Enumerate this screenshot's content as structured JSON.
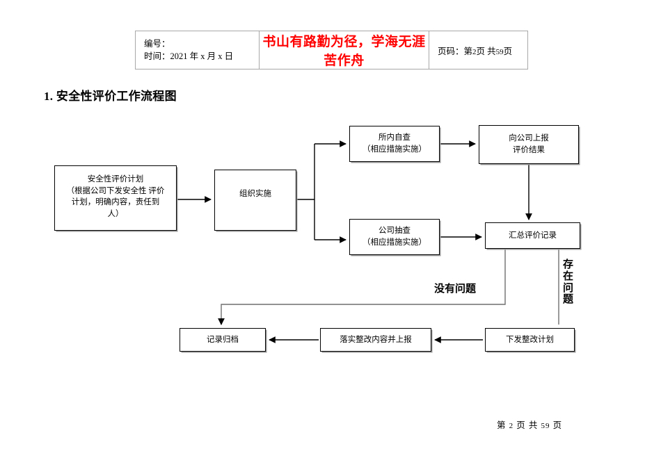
{
  "header": {
    "left_line1": "编号：",
    "left_line2_label": "时间：",
    "left_line2_value": "2021 年 x 月 x 日",
    "center_motto": "书山有路勤为径，学海无涯苦作舟",
    "right_label": "页码：第",
    "right_page": "2",
    "right_mid": "页  共",
    "right_total": "59",
    "right_suffix": "页"
  },
  "section": {
    "title": "1. 安全性评价工作流程图"
  },
  "chart_data": {
    "type": "diagram",
    "title": "安全性评价工作流程图",
    "nodes": [
      {
        "id": "plan",
        "label": "安全性评价计划\n（根据公司下发安全性 评价计划，明确内容，责任到人）",
        "line1": "安全性评价计划",
        "line2": "（根据公司下发安全性 评价",
        "line3": "计划，明确内容，责任到",
        "line4": "人）"
      },
      {
        "id": "org",
        "label": "组织实施",
        "line1": "组织实施"
      },
      {
        "id": "self",
        "label": "所内自查\n（相应措施实施）",
        "line1": "所内自查",
        "line2": "（相应措施实施）"
      },
      {
        "id": "report",
        "label": "向公司上报\n评价结果",
        "line1": "向公司上报",
        "line2": "评价结果"
      },
      {
        "id": "spot",
        "label": "公司抽查\n（相应措施实施）",
        "line1": "公司抽查",
        "line2": "（相应措施实施）"
      },
      {
        "id": "summary",
        "label": "汇总评价记录",
        "line1": "汇总评价记录"
      },
      {
        "id": "rectplan",
        "label": "下发整改计划",
        "line1": "下发整改计划"
      },
      {
        "id": "implement",
        "label": "落实整改内容并上报",
        "line1": "落实整改内容并上报"
      },
      {
        "id": "archive",
        "label": "记录归档",
        "line1": "记录归档"
      }
    ],
    "edges": [
      {
        "from": "plan",
        "to": "org",
        "label": ""
      },
      {
        "from": "org",
        "to": "self",
        "label": ""
      },
      {
        "from": "org",
        "to": "spot",
        "label": ""
      },
      {
        "from": "self",
        "to": "report",
        "label": ""
      },
      {
        "from": "report",
        "to": "summary",
        "label": ""
      },
      {
        "from": "spot",
        "to": "summary",
        "label": ""
      },
      {
        "from": "summary",
        "to": "archive",
        "label": "没有问题"
      },
      {
        "from": "summary",
        "to": "rectplan",
        "label": "存在问题"
      },
      {
        "from": "rectplan",
        "to": "implement",
        "label": ""
      },
      {
        "from": "implement",
        "to": "archive",
        "label": ""
      }
    ],
    "edge_labels": {
      "no_problem": "没有问题",
      "has_problem": "存在问题"
    }
  },
  "footer": {
    "prefix": "第",
    "page": "2",
    "mid": "页 共",
    "total": "59",
    "suffix": "页"
  },
  "colors": {
    "motto_red": "#ff0000",
    "node_border": "#000000",
    "node_shadow": "#9a9a9a",
    "table_border": "#a8a8a8"
  }
}
